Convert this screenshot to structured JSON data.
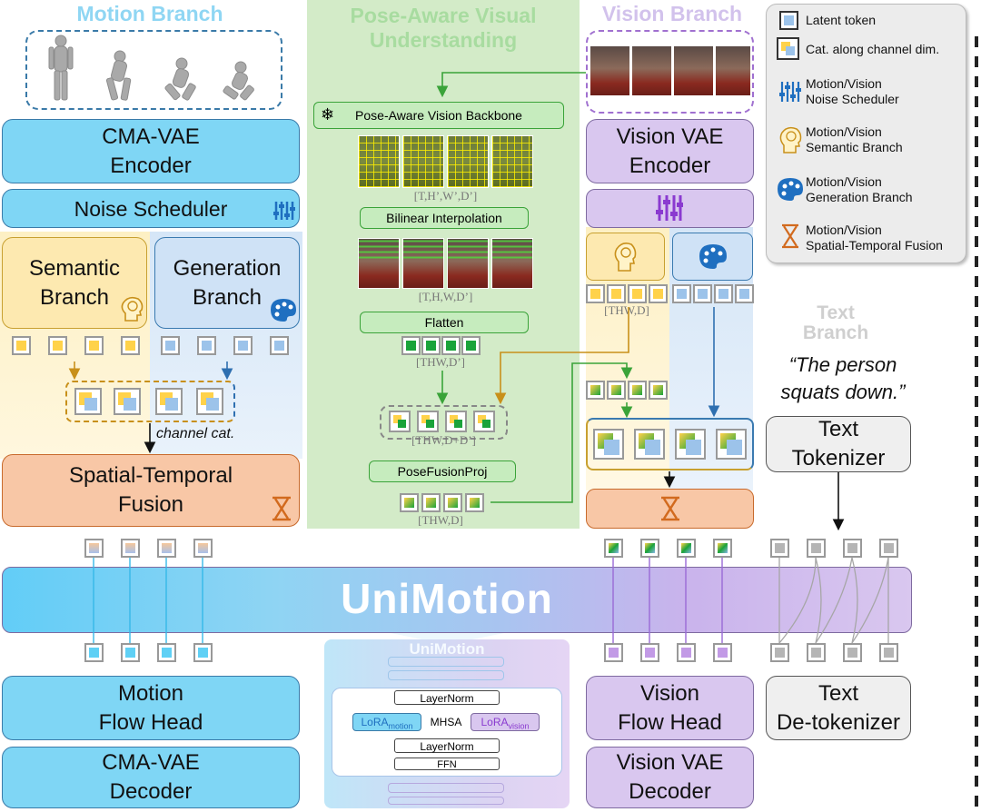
{
  "headers": {
    "motion": "Motion Branch",
    "pose": "Pose-Aware Visual\nUnderstanding",
    "vision": "Vision Branch",
    "text": "Text\nBranch"
  },
  "motion": {
    "encoder": "CMA-VAE\nEncoder",
    "noise_scheduler": "Noise Scheduler",
    "semantic": "Semantic\nBranch",
    "generation": "Generation\nBranch",
    "channel_cat": "channel cat.",
    "fusion": "Spatial-Temporal\nFusion",
    "flow_head": "Motion\nFlow Head",
    "decoder": "CMA-VAE\nDecoder"
  },
  "pose": {
    "backbone": "Pose-Aware Vision Backbone",
    "dim1": "[T,H’,W’,D’]",
    "bilinear": "Bilinear Interpolation",
    "dim2": "[T,H,W,D’]",
    "flatten": "Flatten",
    "dim3": "[THW,D’]",
    "dim4": "[THW,D+D’]",
    "proj": "PoseFusionProj",
    "dim5": "[THW,D]"
  },
  "vision": {
    "encoder": "Vision VAE\nEncoder",
    "dim": "[THW,D]",
    "flow_head": "Vision\nFlow Head",
    "decoder": "Vision VAE\nDecoder"
  },
  "text": {
    "prompt": "“The person\nsquats down.”",
    "tokenizer": "Text\nTokenizer",
    "detokenizer": "Text\nDe-tokenizer"
  },
  "center": {
    "title": "UniMotion"
  },
  "inset": {
    "title": "UniMotion",
    "layernorm1": "LayerNorm",
    "lora_motion": "LoRA",
    "lora_motion_sub": "motion",
    "mhsa": "MHSA",
    "lora_vision": "LoRA",
    "lora_vision_sub": "vision",
    "layernorm2": "LayerNorm",
    "ffn": "FFN"
  },
  "legend": {
    "latent": "Latent token",
    "cat": "Cat. along channel dim.",
    "scheduler": "Motion/Vision\nNoise Scheduler",
    "semantic": "Motion/Vision\nSemantic Branch",
    "generation": "Motion/Vision\nGeneration Branch",
    "fusion": "Motion/Vision\nSpatial-Temporal Fusion"
  },
  "colors": {
    "motion_blue": "#7fd6f5",
    "vision_purple": "#d9c7ef",
    "semantic_yellow": "#fde9b0",
    "generation_blue": "#cfe2f6",
    "fusion_orange": "#f8c7a6",
    "pose_green": "#cfe8c3",
    "token_yellow": "#ffd24a",
    "token_blue": "#9cc3ea",
    "token_green": "#1aa33a",
    "arrow_green": "#3aa339",
    "arrow_gold": "#c8901a",
    "arrow_blue": "#2e6fb0"
  }
}
